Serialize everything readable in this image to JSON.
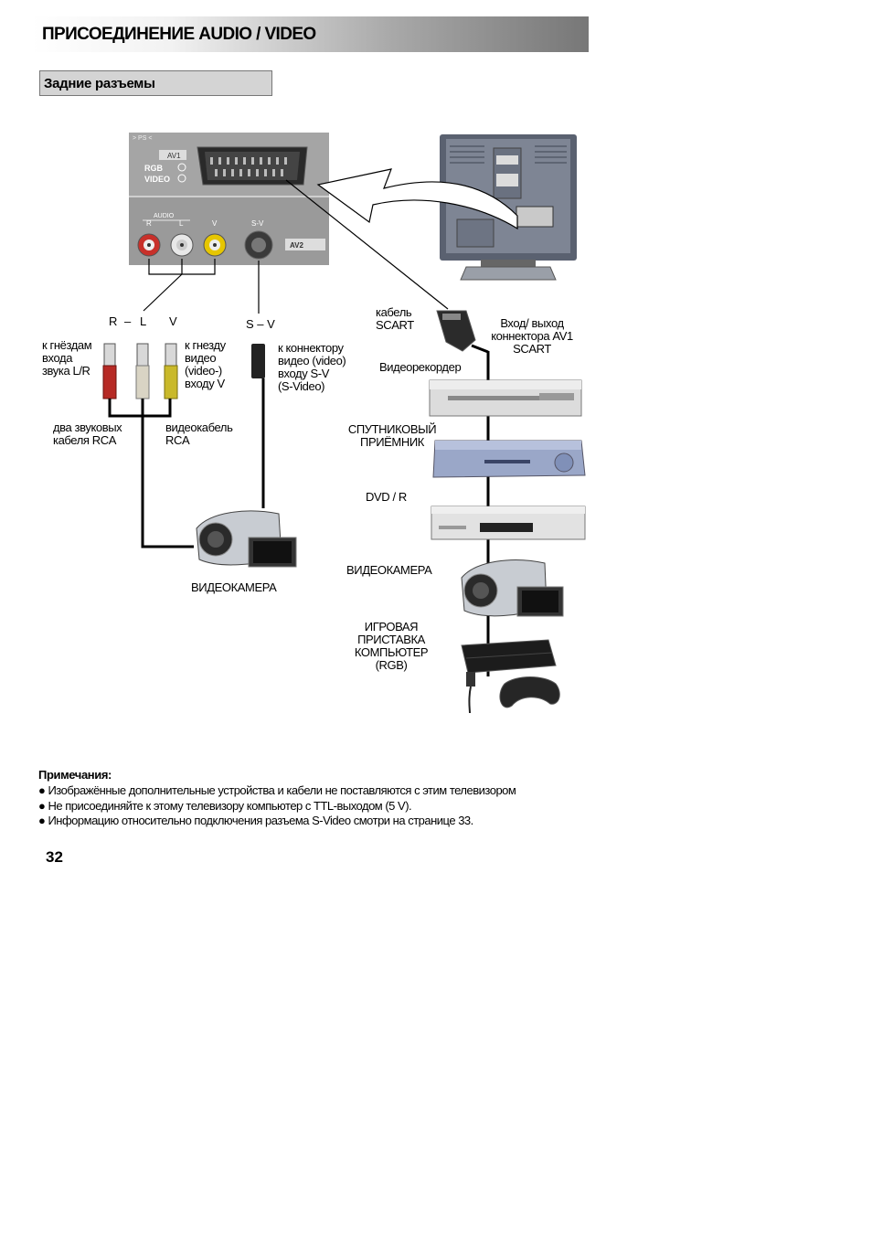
{
  "header": {
    "title": "ПРИСОЕДИНЕНИЕ AUDIO / VIDEO"
  },
  "section": {
    "title": "Задние разъемы"
  },
  "panel": {
    "ps": "> PS <",
    "av1": "AV1",
    "rgb": "RGB",
    "video": "VIDEO",
    "audio": "AUDIO",
    "r": "R",
    "l": "L",
    "v": "V",
    "sv": "S-V",
    "av2": "AV2"
  },
  "labels": {
    "rlv_r": "R",
    "rlv_dash": "–",
    "rlv_l": "L",
    "rlv_v": "V",
    "sv_top": "S – V",
    "to_audio_jacks": [
      "к гнёздам",
      "входа",
      "звука L/R"
    ],
    "to_video_jack": [
      "к гнезду",
      "видео",
      "(video-)",
      "входу V"
    ],
    "to_sv_connector": [
      "к коннектору",
      "видео (video)",
      "входу S-V",
      "(S-Video)"
    ],
    "rca_audio_cables": [
      "два звуковых",
      "кабеля RCA"
    ],
    "rca_video_cable": [
      "видеокабель",
      "RCA"
    ],
    "camcorder_left": "ВИДЕОКАМЕРА",
    "scart_cable": [
      "кабель",
      "SCART"
    ],
    "av1_io": [
      "Вход/ выход",
      "коннектора AV1",
      "SCART"
    ],
    "vcr": "Видеорекордер",
    "satellite": [
      "СПУТНИКОВЫЙ",
      "ПРИЁМНИК"
    ],
    "dvd": "DVD / R",
    "camcorder_right": "ВИДЕОКАМЕРА",
    "console": [
      "ИГРОВАЯ",
      "ПРИСТАВКА",
      "КОМПЬЮТЕР",
      "(RGB)"
    ]
  },
  "notes": {
    "heading": "Примечания:",
    "items": [
      "● Изображённые дополнительные устройства и кабели не поставляются с этим телевизором",
      "● Не присоединяйте к этому телевизору компьютер с TTL-выходом (5 V).",
      "● Информацию относительно подключения разъема S-Video смотри на странице 33."
    ]
  },
  "page_number": "32"
}
